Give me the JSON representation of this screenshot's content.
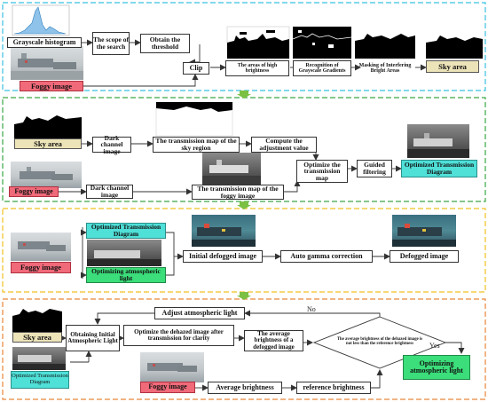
{
  "section1": {
    "grayscale_histogram": "Grayscale histogram",
    "scope_of_search": "The scope of the search",
    "obtain_threshold": "Obtain the threshold",
    "clip": "Clip",
    "foggy_image": "Foggy image",
    "areas_high_brightness": "The areas of high brightness",
    "recognition_gradients": "Recognition of Grayscale Gradients",
    "masking_bright_areas": "Masking of Interfering Bright Areas",
    "sky_area": "Sky area"
  },
  "section2": {
    "sky_area": "Sky area",
    "dark_channel_1": "Dark channel image",
    "transmission_sky": "The transmission map of the sky region",
    "compute_adjustment": "Compute the adjustment value",
    "optimize_transmission": "Optimize the transmission map",
    "guided_filtering": "Guided filtering",
    "optimized_transmission": "Optimized Transmission Diagram",
    "foggy_image": "Foggy image",
    "dark_channel_2": "Dark channel image",
    "transmission_foggy": "The transmission map of the foggy image"
  },
  "section3": {
    "optimized_transmission": "Optimized Transmission Diagram",
    "optimizing_atmospheric": "Optimizing atmospheric light",
    "foggy_image": "Foggy image",
    "initial_defogged": "Initial defogged image",
    "auto_gamma": "Auto gamma correction",
    "defogged_image": "Defogged image"
  },
  "section4": {
    "adjust_atmospheric": "Adjust atmospheric light",
    "no_label": "No",
    "sky_area": "Sky area",
    "obtaining_initial": "Obtaining Initial Atmospheric Light",
    "optimize_dehazed": "Optimize the dehazed image after transmission for clarity",
    "average_brightness_defogged": "The average brightness of a defogged image",
    "decision": "The average brightness of the dehazed image is not less than the reference brightness",
    "yes_label": "Yes",
    "optimizing_atmospheric": "Optimizing atmospheric light",
    "optimized_transmission": "Optimized Transmission Diagram",
    "foggy_image": "Foggy image",
    "average_brightness": "Average brightness",
    "reference_brightness": "reference brightness"
  },
  "colors": {
    "section1_border": "#38c0e0",
    "section2_border": "#3aa845",
    "section3_border": "#f0c020",
    "section4_border": "#e8863a",
    "foggy_pink": "#f06a7a",
    "sky_khaki": "#ece3b8",
    "cyan_box": "#4fe0d8",
    "green_box": "#3bde7a",
    "between_arrow": "#7bc043"
  }
}
